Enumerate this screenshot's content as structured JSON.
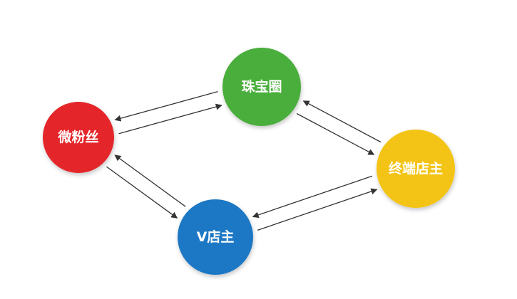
{
  "diagram": {
    "nodes": [
      {
        "id": "weifensi",
        "label": "微粉丝",
        "color": "#e4262c"
      },
      {
        "id": "zhubaoquan",
        "label": "珠宝圈",
        "color": "#4aae3a"
      },
      {
        "id": "zhongduan",
        "label": "终端店主",
        "color": "#f3c417"
      },
      {
        "id": "vdianzhu",
        "label": "V店主",
        "color": "#1b78c4"
      }
    ],
    "edges": [
      {
        "from": "zhubaoquan",
        "to": "weifensi"
      },
      {
        "from": "weifensi",
        "to": "zhubaoquan"
      },
      {
        "from": "zhubaoquan",
        "to": "zhongduan"
      },
      {
        "from": "zhongduan",
        "to": "zhubaoquan"
      },
      {
        "from": "weifensi",
        "to": "vdianzhu"
      },
      {
        "from": "vdianzhu",
        "to": "weifensi"
      },
      {
        "from": "vdianzhu",
        "to": "zhongduan"
      },
      {
        "from": "zhongduan",
        "to": "vdianzhu"
      }
    ]
  }
}
